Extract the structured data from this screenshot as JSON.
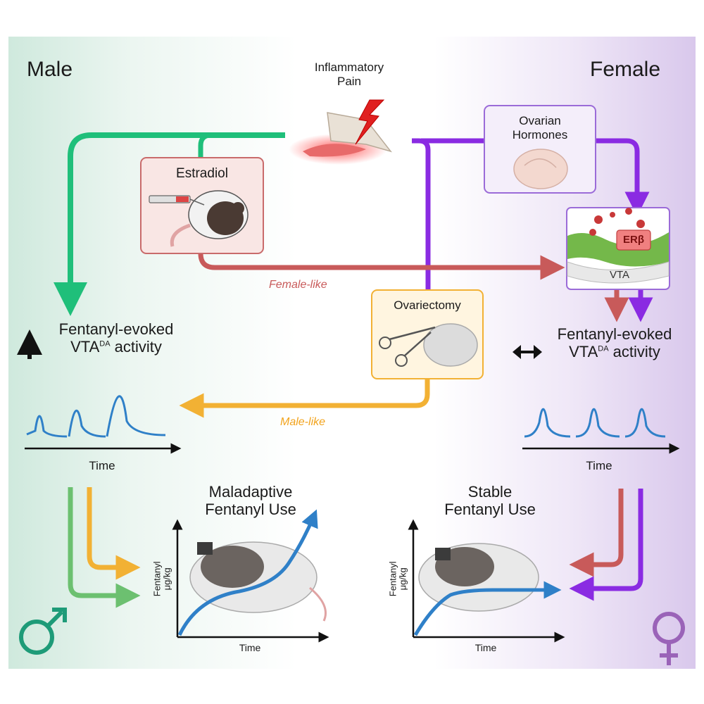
{
  "header": {
    "male_label": "Male",
    "female_label": "Female",
    "center_label_line1": "Inflammatory",
    "center_label_line2": "Pain"
  },
  "boxes": {
    "estradiol": "Estradiol",
    "ovarian_line1": "Ovarian",
    "ovarian_line2": "Hormones",
    "ovariectomy": "Ovariectomy",
    "vta_label": "VTA",
    "erb_label": "ERβ"
  },
  "paths": {
    "female_like": "Female-like",
    "male_like": "Male-like"
  },
  "activity": {
    "male_line1": "Fentanyl-evoked",
    "male_line2_prefix": "VTA",
    "male_line2_sup": "DA",
    "male_line2_suffix": " activity",
    "female_line1": "Fentanyl-evoked",
    "female_line2_prefix": "VTA",
    "female_line2_sup": "DA",
    "female_line2_suffix": " activity",
    "time_label_left": "Time",
    "time_label_right": "Time"
  },
  "use": {
    "male_title_line1": "Maladaptive",
    "male_title_line2": "Fentanyl Use",
    "female_title_line1": "Stable",
    "female_title_line2": "Fentanyl Use",
    "ylabel_line1": "Fentanyl",
    "ylabel_line2": "μg/kg",
    "xlabel_left": "Time",
    "xlabel_right": "Time"
  },
  "colors": {
    "male_green": "#1fbf7a",
    "female_purple": "#8a2be2",
    "estradiol_red": "#c85a5a",
    "ovariectomy_orange": "#f2b134",
    "trace_blue": "#2f80c8",
    "symbol_male": "#1e9b78",
    "symbol_female": "#9a63b8"
  }
}
